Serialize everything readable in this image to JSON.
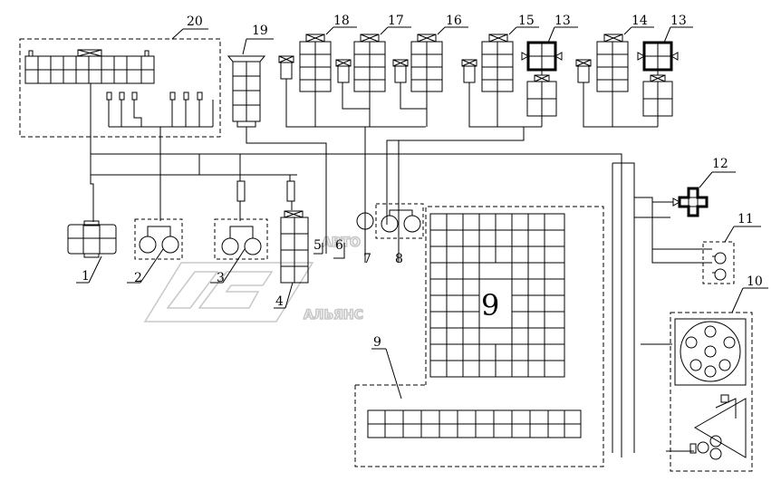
{
  "watermark": {
    "line1": "АВТО",
    "line2": "АЛЬЯНС",
    "logo_icon": "autoalliance-logo-icon"
  },
  "labels": {
    "c1": "1",
    "c2": "2",
    "c3": "3",
    "c4": "4",
    "c5": "5",
    "c6": "6",
    "c7": "7",
    "c8": "8",
    "c9": "9",
    "c9b": "9",
    "c10": "10",
    "c11": "11",
    "c12": "12",
    "c13a": "13",
    "c13b": "13",
    "c14": "14",
    "c15": "15",
    "c16": "16",
    "c17": "17",
    "c18": "18",
    "c19": "19",
    "c20": "20"
  },
  "colors": {
    "line": "#000000",
    "watermark": "#c8c8c8",
    "background": "#ffffff"
  }
}
